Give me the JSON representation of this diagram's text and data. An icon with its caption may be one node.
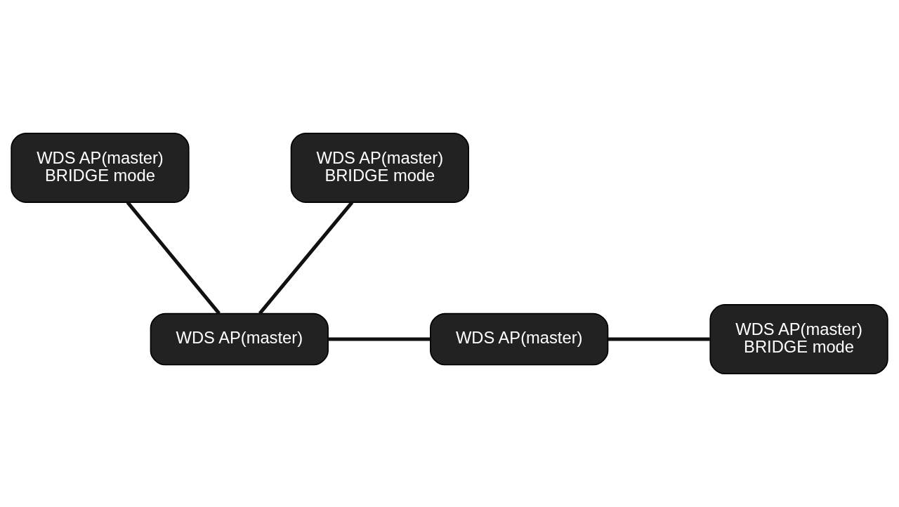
{
  "diagram": {
    "nodes": [
      {
        "text": [
          "WDS AP(master)",
          "BRIDGE mode"
        ]
      },
      {
        "text": [
          "WDS AP(master)",
          "BRIDGE mode"
        ]
      },
      {
        "text": [
          "WDS AP(master)",
          "BRIDGE mode"
        ]
      },
      {
        "text": [
          "WDS AP(master)"
        ]
      },
      {
        "text": [
          "WDS AP(master)"
        ]
      }
    ],
    "edges": [
      {
        "from": 0,
        "to": 3,
        "arrow": "none"
      },
      {
        "from": 1,
        "to": 3,
        "arrow": "none"
      },
      {
        "from": 3,
        "to": 4,
        "arrow": "none"
      },
      {
        "from": 4,
        "to": 2,
        "arrow": "none"
      }
    ]
  }
}
